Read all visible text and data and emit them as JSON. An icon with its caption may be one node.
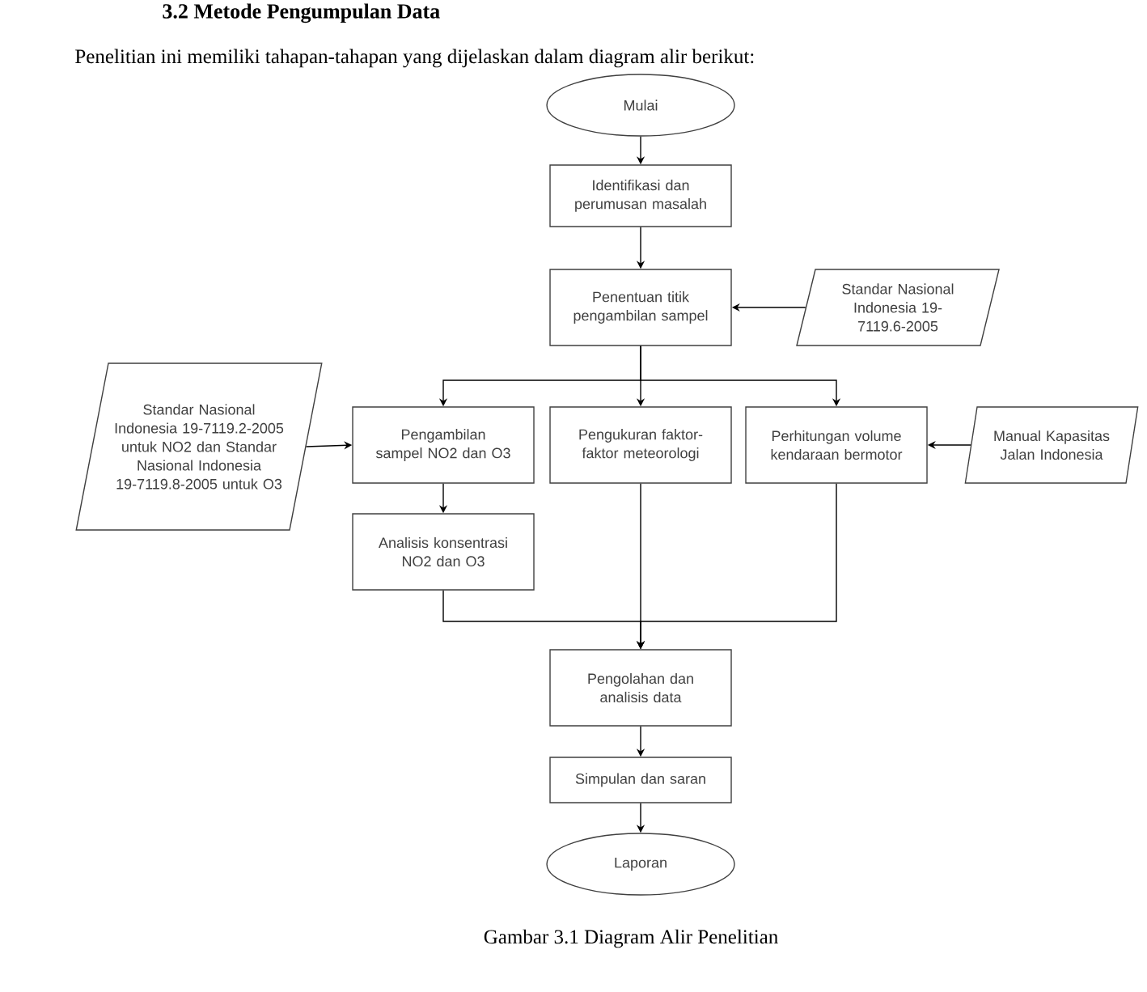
{
  "diagram": {
    "title": "3.2  Metode Pengumpulan Data",
    "caption": "Gambar 3.1 Diagram Alir Penelitian",
    "labels": [
      "Penelitian ini memiliki tahapan-tahapan yang dijelaskan dalam diagram alir berikut:"
    ],
    "nodes": [
      {
        "text": [
          "Mulai"
        ]
      },
      {
        "text": [
          "Identifikasi dan perumusan masalah"
        ]
      },
      {
        "text": [
          "Penentuan titik pengambilan sampel"
        ]
      },
      {
        "text": [
          "Standar Nasional Indonesia 19-7119.6-2005"
        ]
      },
      {
        "text": [
          "Standar Nasional Indonesia 19-7119.2-2005 untuk NO2 dan Standar Nasional Indonesia 19-7119.8-2005 untuk O3"
        ]
      },
      {
        "text": [
          "Pengambilan sampel NO2 dan O3"
        ]
      },
      {
        "text": [
          "Analisis konsentrasi NO2 dan O3"
        ]
      },
      {
        "text": [
          "Pengukuran faktor-faktor meteorologi"
        ]
      },
      {
        "text": [
          "Perhitungan volume kendaraan bermotor"
        ]
      },
      {
        "text": [
          "Manual Kapasitas Jalan Indonesia"
        ]
      },
      {
        "text": [
          "Pengolahan dan analisis data"
        ]
      },
      {
        "text": [
          "Simpulan dan saran"
        ]
      },
      {
        "text": [
          "Laporan"
        ]
      }
    ],
    "edges": [
      {
        "from": 0,
        "to": 1,
        "arrow": "to"
      },
      {
        "from": 1,
        "to": 2,
        "arrow": "to"
      },
      {
        "from": 3,
        "to": 2,
        "arrow": "to"
      },
      {
        "from": 2,
        "to": 5,
        "arrow": "to"
      },
      {
        "from": 2,
        "to": 7,
        "arrow": "to"
      },
      {
        "from": 2,
        "to": 8,
        "arrow": "to"
      },
      {
        "from": 4,
        "to": 5,
        "arrow": "to"
      },
      {
        "from": 5,
        "to": 6,
        "arrow": "to"
      },
      {
        "from": 9,
        "to": 8,
        "arrow": "to"
      },
      {
        "from": 6,
        "to": 10,
        "arrow": "to"
      },
      {
        "from": 7,
        "to": 10,
        "arrow": "to"
      },
      {
        "from": 8,
        "to": 10,
        "arrow": "to"
      },
      {
        "from": 10,
        "to": 11,
        "arrow": "to"
      },
      {
        "from": 11,
        "to": 12,
        "arrow": "to"
      }
    ]
  }
}
